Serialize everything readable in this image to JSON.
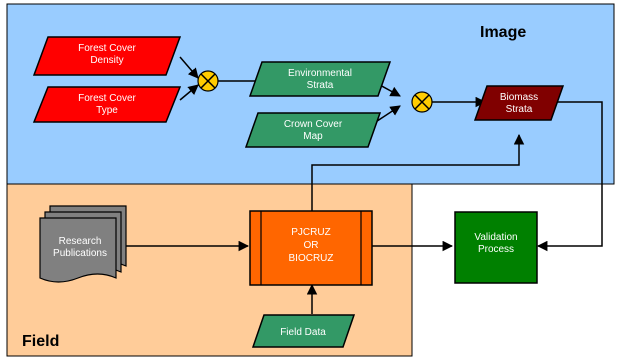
{
  "regions": {
    "image_label": "Image",
    "field_label": "Field"
  },
  "nodes": {
    "forest_density": [
      "Forest Cover",
      "Density"
    ],
    "forest_type": [
      "Forest Cover",
      "Type"
    ],
    "environmental_strata": [
      "Environmental",
      "Strata"
    ],
    "crown_cover_map": [
      "Crown Cover",
      "Map"
    ],
    "biomass_strata": [
      "Biomass",
      "Strata"
    ],
    "research_publications": [
      "Research",
      "Publications"
    ],
    "pjcruz": [
      "PJCRUZ",
      "OR",
      "BIOCRUZ"
    ],
    "validation_process": [
      "Validation",
      "Process"
    ],
    "field_data": [
      "Field Data"
    ]
  },
  "colors": {
    "image_region": "#99ccff",
    "field_region": "#ffcc99",
    "red_input": "#ff0000",
    "green_node": "#339966",
    "biomass": "#800000",
    "process": "#ff6600",
    "validation": "#008000",
    "document": "#808080",
    "junction": "#ffcc00"
  }
}
